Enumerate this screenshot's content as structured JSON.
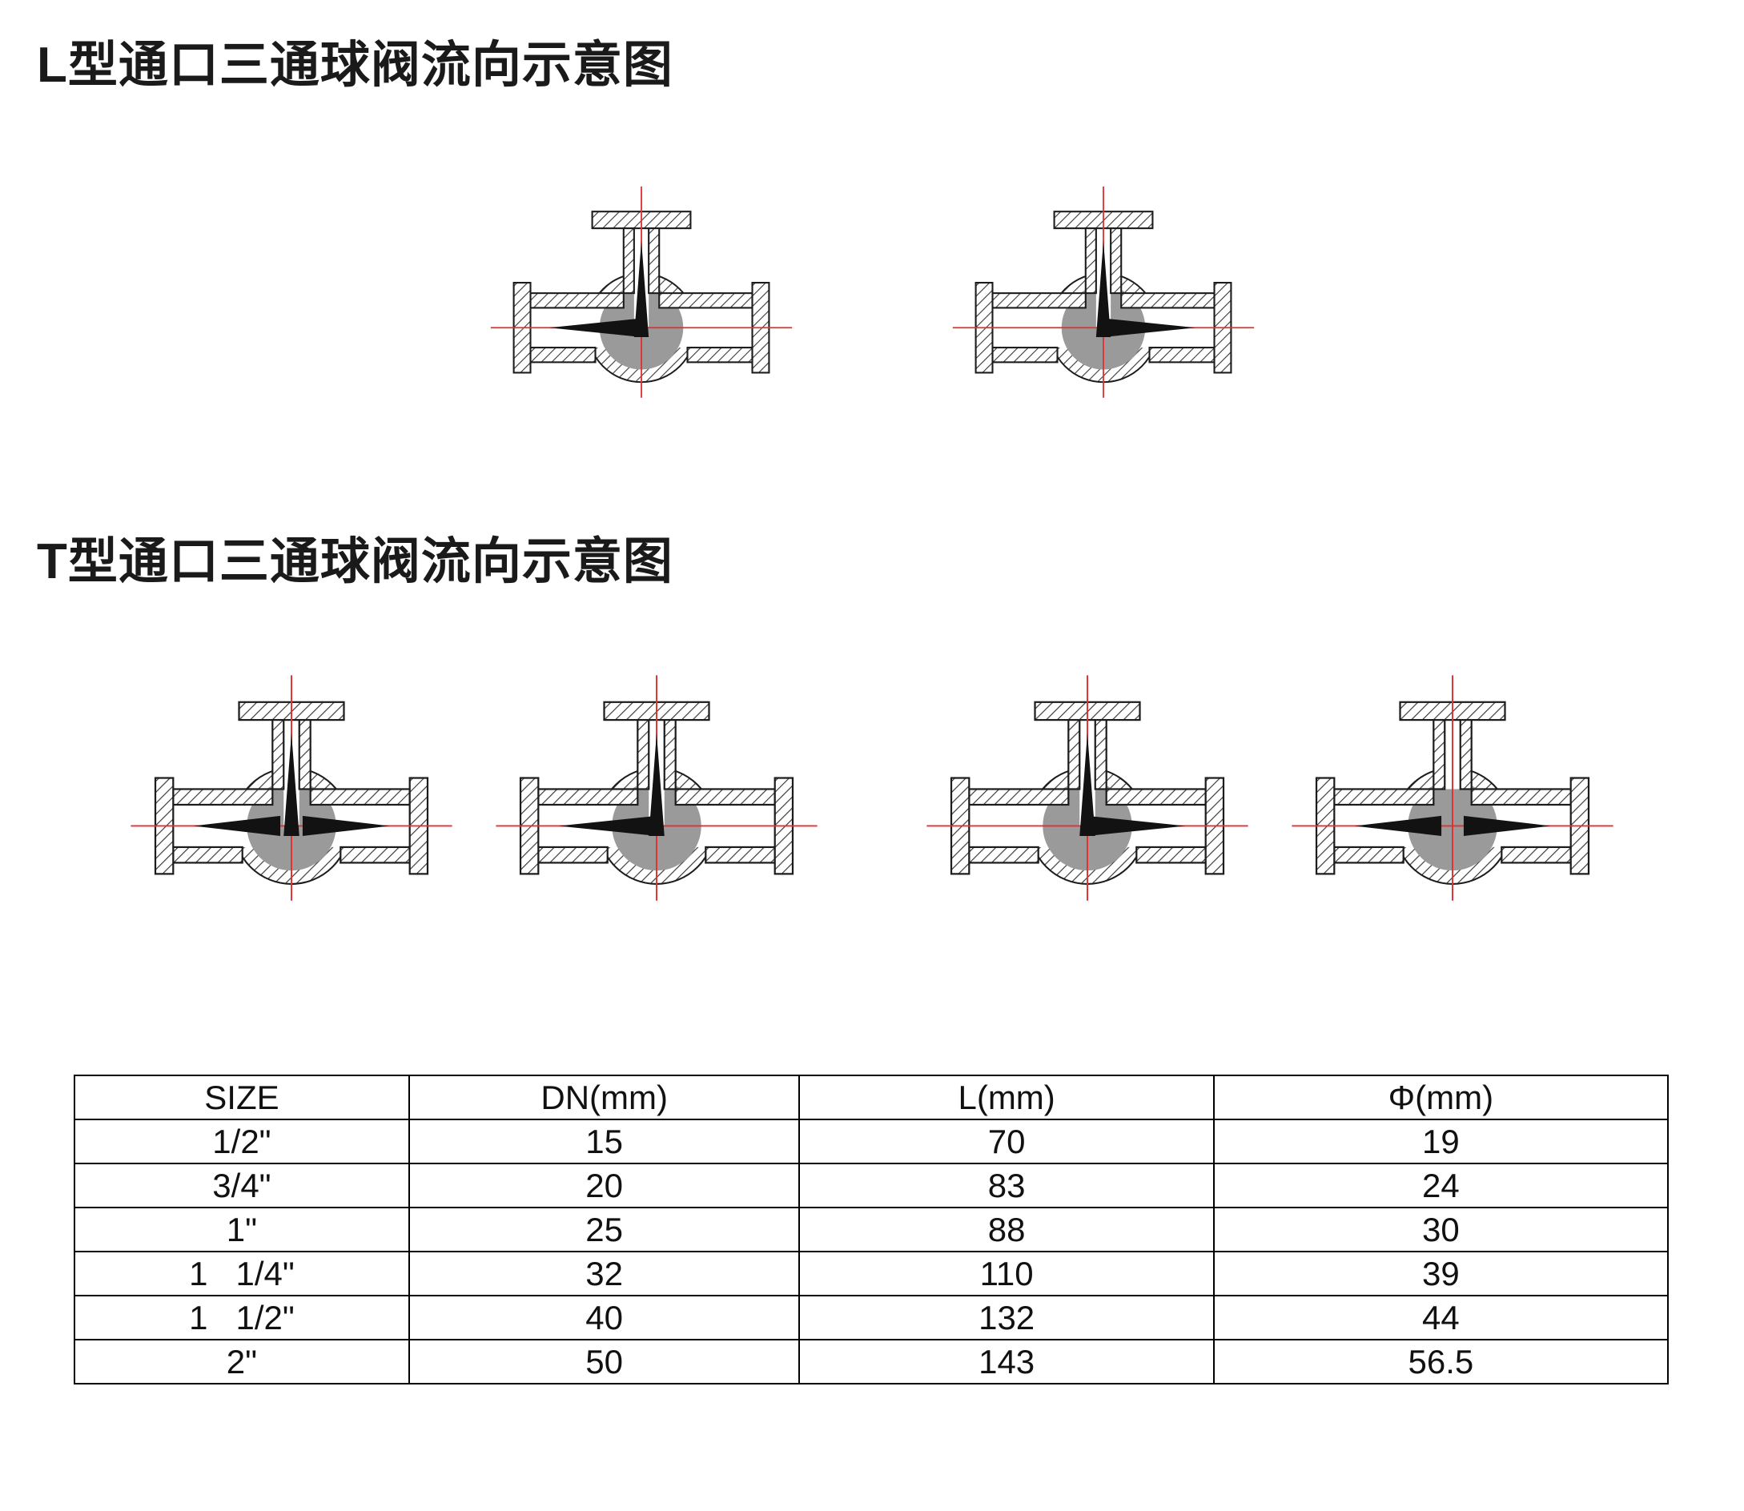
{
  "sections": {
    "l_type": {
      "title": "L型通口三通球阀流向示意图"
    },
    "t_type": {
      "title": "T型通口三通球阀流向示意图"
    }
  },
  "valves": {
    "l": [
      {
        "name": "l-valve-1",
        "flows": [
          "left",
          "up"
        ]
      },
      {
        "name": "l-valve-2",
        "flows": [
          "right",
          "up"
        ]
      }
    ],
    "t": [
      {
        "name": "t-valve-1",
        "flows": [
          "left",
          "right",
          "up"
        ]
      },
      {
        "name": "t-valve-2",
        "flows": [
          "left",
          "up"
        ]
      },
      {
        "name": "t-valve-3",
        "flows": [
          "right",
          "up"
        ]
      },
      {
        "name": "t-valve-4",
        "flows": [
          "left",
          "right"
        ]
      }
    ]
  },
  "colors": {
    "centerline": "#e03131",
    "ball": "#9a9a9a",
    "arrow": "#121212",
    "hatch_line": "#3a3a3a",
    "wall_stroke": "#1c1c1c"
  },
  "table": {
    "headers": [
      "SIZE",
      "DN(mm)",
      "L(mm)",
      "Φ(mm)"
    ],
    "rows": [
      [
        "1/2\"",
        "15",
        "70",
        "19"
      ],
      [
        "3/4\"",
        "20",
        "83",
        "24"
      ],
      [
        "1\"",
        "25",
        "88",
        "30"
      ],
      [
        "1   1/4\"",
        "32",
        "110",
        "39"
      ],
      [
        "1   1/2\"",
        "40",
        "132",
        "44"
      ],
      [
        "2\"",
        "50",
        "143",
        "56.5"
      ]
    ]
  }
}
